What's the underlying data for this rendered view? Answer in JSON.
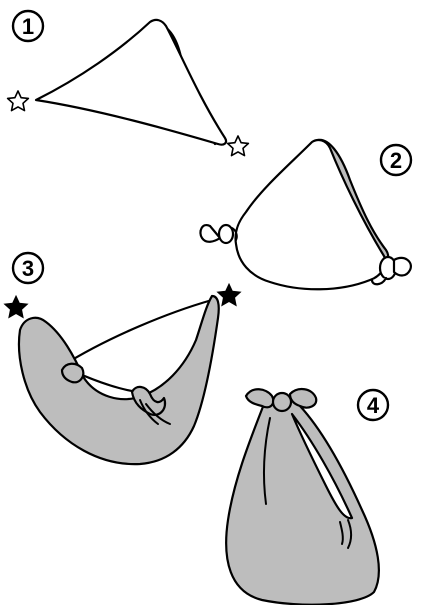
{
  "steps": [
    {
      "number": "1"
    },
    {
      "number": "2"
    },
    {
      "number": "3"
    },
    {
      "number": "4"
    }
  ],
  "colors": {
    "outline": "#000000",
    "cloth_back": "#bdbdbd",
    "cloth_front": "#ffffff"
  },
  "icons": {
    "step1_marker": "white-star-icon",
    "step3_marker": "black-star-icon"
  }
}
